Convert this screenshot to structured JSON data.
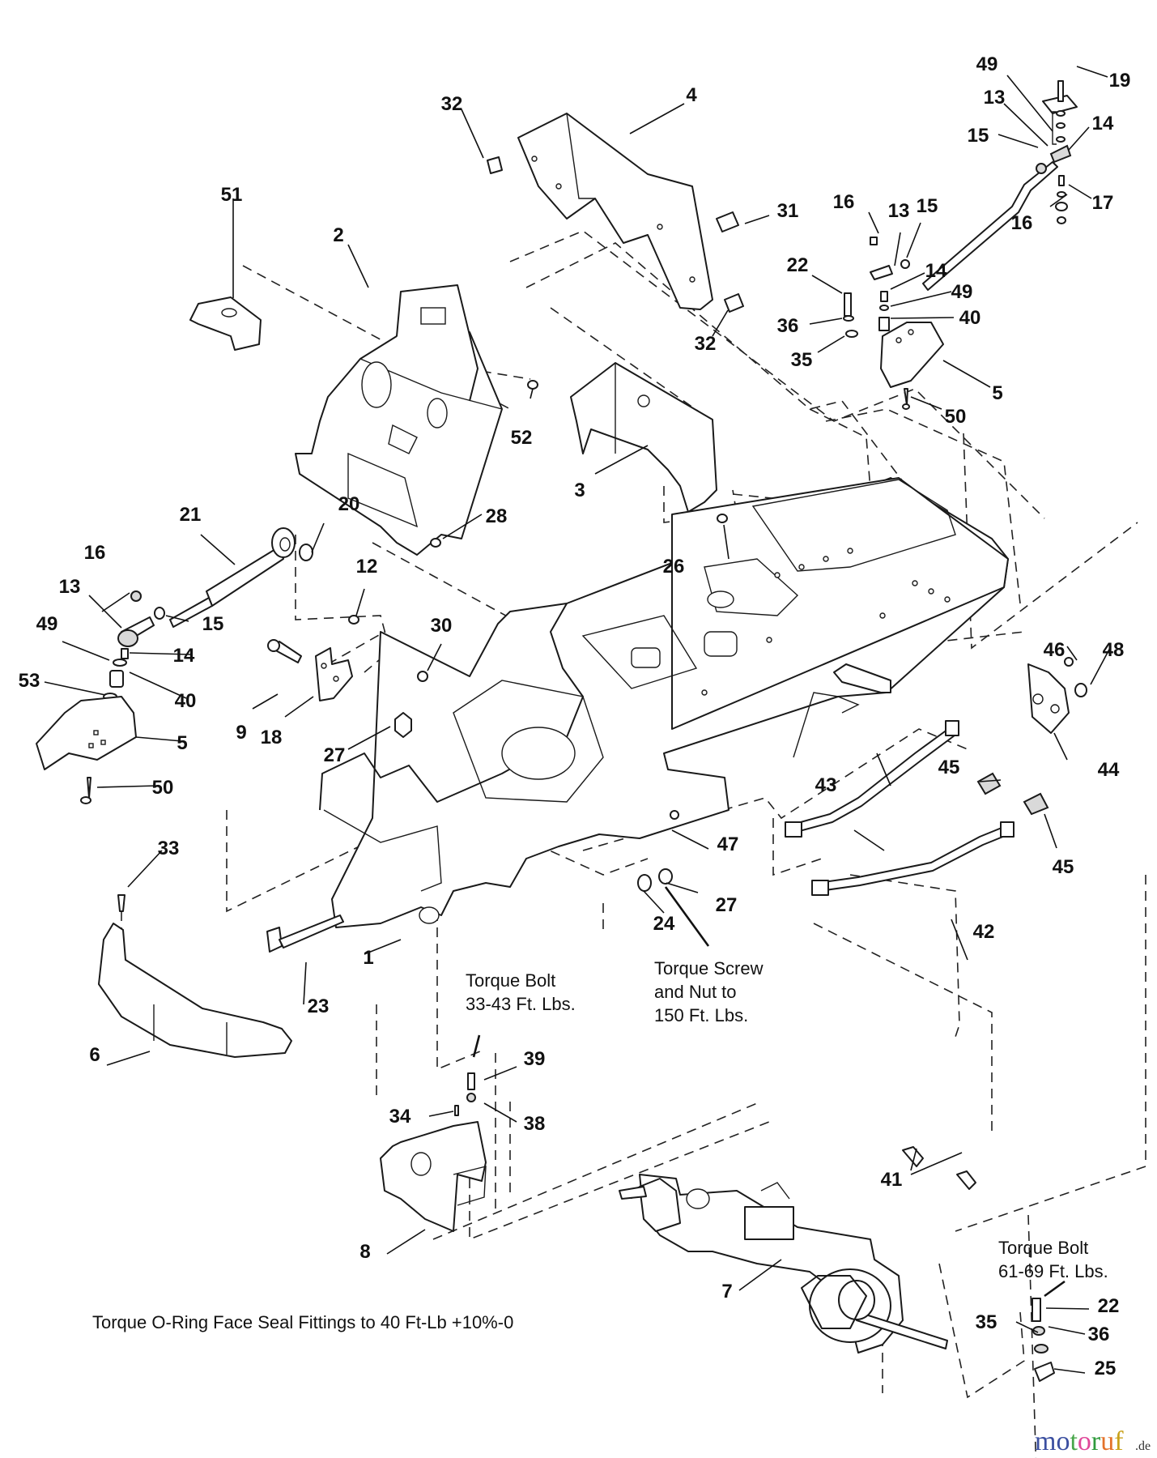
{
  "diagram": {
    "type": "exploded parts diagram",
    "subject": "tractor frame and hydrostatic transaxle assembly",
    "callouts": [
      {
        "id": "c1",
        "label": "1"
      },
      {
        "id": "c2",
        "label": "2"
      },
      {
        "id": "c3",
        "label": "3"
      },
      {
        "id": "c4",
        "label": "4"
      },
      {
        "id": "c5a",
        "label": "5"
      },
      {
        "id": "c5b",
        "label": "5"
      },
      {
        "id": "c6",
        "label": "6"
      },
      {
        "id": "c7",
        "label": "7"
      },
      {
        "id": "c8",
        "label": "8"
      },
      {
        "id": "c9",
        "label": "9"
      },
      {
        "id": "c12",
        "label": "12"
      },
      {
        "id": "c13a",
        "label": "13"
      },
      {
        "id": "c13b",
        "label": "13"
      },
      {
        "id": "c13c",
        "label": "13"
      },
      {
        "id": "c14a",
        "label": "14"
      },
      {
        "id": "c14b",
        "label": "14"
      },
      {
        "id": "c14c",
        "label": "14"
      },
      {
        "id": "c15a",
        "label": "15"
      },
      {
        "id": "c15b",
        "label": "15"
      },
      {
        "id": "c15c",
        "label": "15"
      },
      {
        "id": "c16a",
        "label": "16"
      },
      {
        "id": "c16b",
        "label": "16"
      },
      {
        "id": "c16c",
        "label": "16"
      },
      {
        "id": "c17",
        "label": "17"
      },
      {
        "id": "c18",
        "label": "18"
      },
      {
        "id": "c19",
        "label": "19"
      },
      {
        "id": "c20",
        "label": "20"
      },
      {
        "id": "c21",
        "label": "21"
      },
      {
        "id": "c22a",
        "label": "22"
      },
      {
        "id": "c22b",
        "label": "22"
      },
      {
        "id": "c23",
        "label": "23"
      },
      {
        "id": "c24",
        "label": "24"
      },
      {
        "id": "c25",
        "label": "25"
      },
      {
        "id": "c26",
        "label": "26"
      },
      {
        "id": "c27a",
        "label": "27"
      },
      {
        "id": "c27b",
        "label": "27"
      },
      {
        "id": "c28",
        "label": "28"
      },
      {
        "id": "c30",
        "label": "30"
      },
      {
        "id": "c31",
        "label": "31"
      },
      {
        "id": "c32a",
        "label": "32"
      },
      {
        "id": "c32b",
        "label": "32"
      },
      {
        "id": "c33",
        "label": "33"
      },
      {
        "id": "c34",
        "label": "34"
      },
      {
        "id": "c35a",
        "label": "35"
      },
      {
        "id": "c35b",
        "label": "35"
      },
      {
        "id": "c36a",
        "label": "36"
      },
      {
        "id": "c36b",
        "label": "36"
      },
      {
        "id": "c38",
        "label": "38"
      },
      {
        "id": "c39",
        "label": "39"
      },
      {
        "id": "c40a",
        "label": "40"
      },
      {
        "id": "c40b",
        "label": "40"
      },
      {
        "id": "c41",
        "label": "41"
      },
      {
        "id": "c42",
        "label": "42"
      },
      {
        "id": "c43",
        "label": "43"
      },
      {
        "id": "c44",
        "label": "44"
      },
      {
        "id": "c45a",
        "label": "45"
      },
      {
        "id": "c45b",
        "label": "45"
      },
      {
        "id": "c46",
        "label": "46"
      },
      {
        "id": "c47",
        "label": "47"
      },
      {
        "id": "c48",
        "label": "48"
      },
      {
        "id": "c49a",
        "label": "49"
      },
      {
        "id": "c49b",
        "label": "49"
      },
      {
        "id": "c49c",
        "label": "49"
      },
      {
        "id": "c50a",
        "label": "50"
      },
      {
        "id": "c50b",
        "label": "50"
      },
      {
        "id": "c51",
        "label": "51"
      },
      {
        "id": "c52",
        "label": "52"
      },
      {
        "id": "c53",
        "label": "53"
      }
    ],
    "notes": {
      "torque_screw_nut": [
        "Torque Screw",
        "and Nut to",
        "150 Ft. Lbs."
      ],
      "torque_bolt_33_43": [
        "Torque Bolt",
        "33-43 Ft. Lbs."
      ],
      "torque_bolt_61_69": [
        "Torque Bolt",
        "61-69 Ft. Lbs."
      ],
      "oring_note": "Torque O-Ring Face Seal Fittings to 40 Ft-Lb +10%-0"
    },
    "watermark": {
      "letters": [
        "m",
        "o",
        "t",
        "o",
        "r",
        "u",
        "f"
      ],
      "colors": [
        "#3b4fa0",
        "#3b4fa0",
        "#48a64a",
        "#e0489a",
        "#2f9a3c",
        "#e4722a",
        "#c9a11a"
      ],
      "suffix": ".de"
    }
  }
}
